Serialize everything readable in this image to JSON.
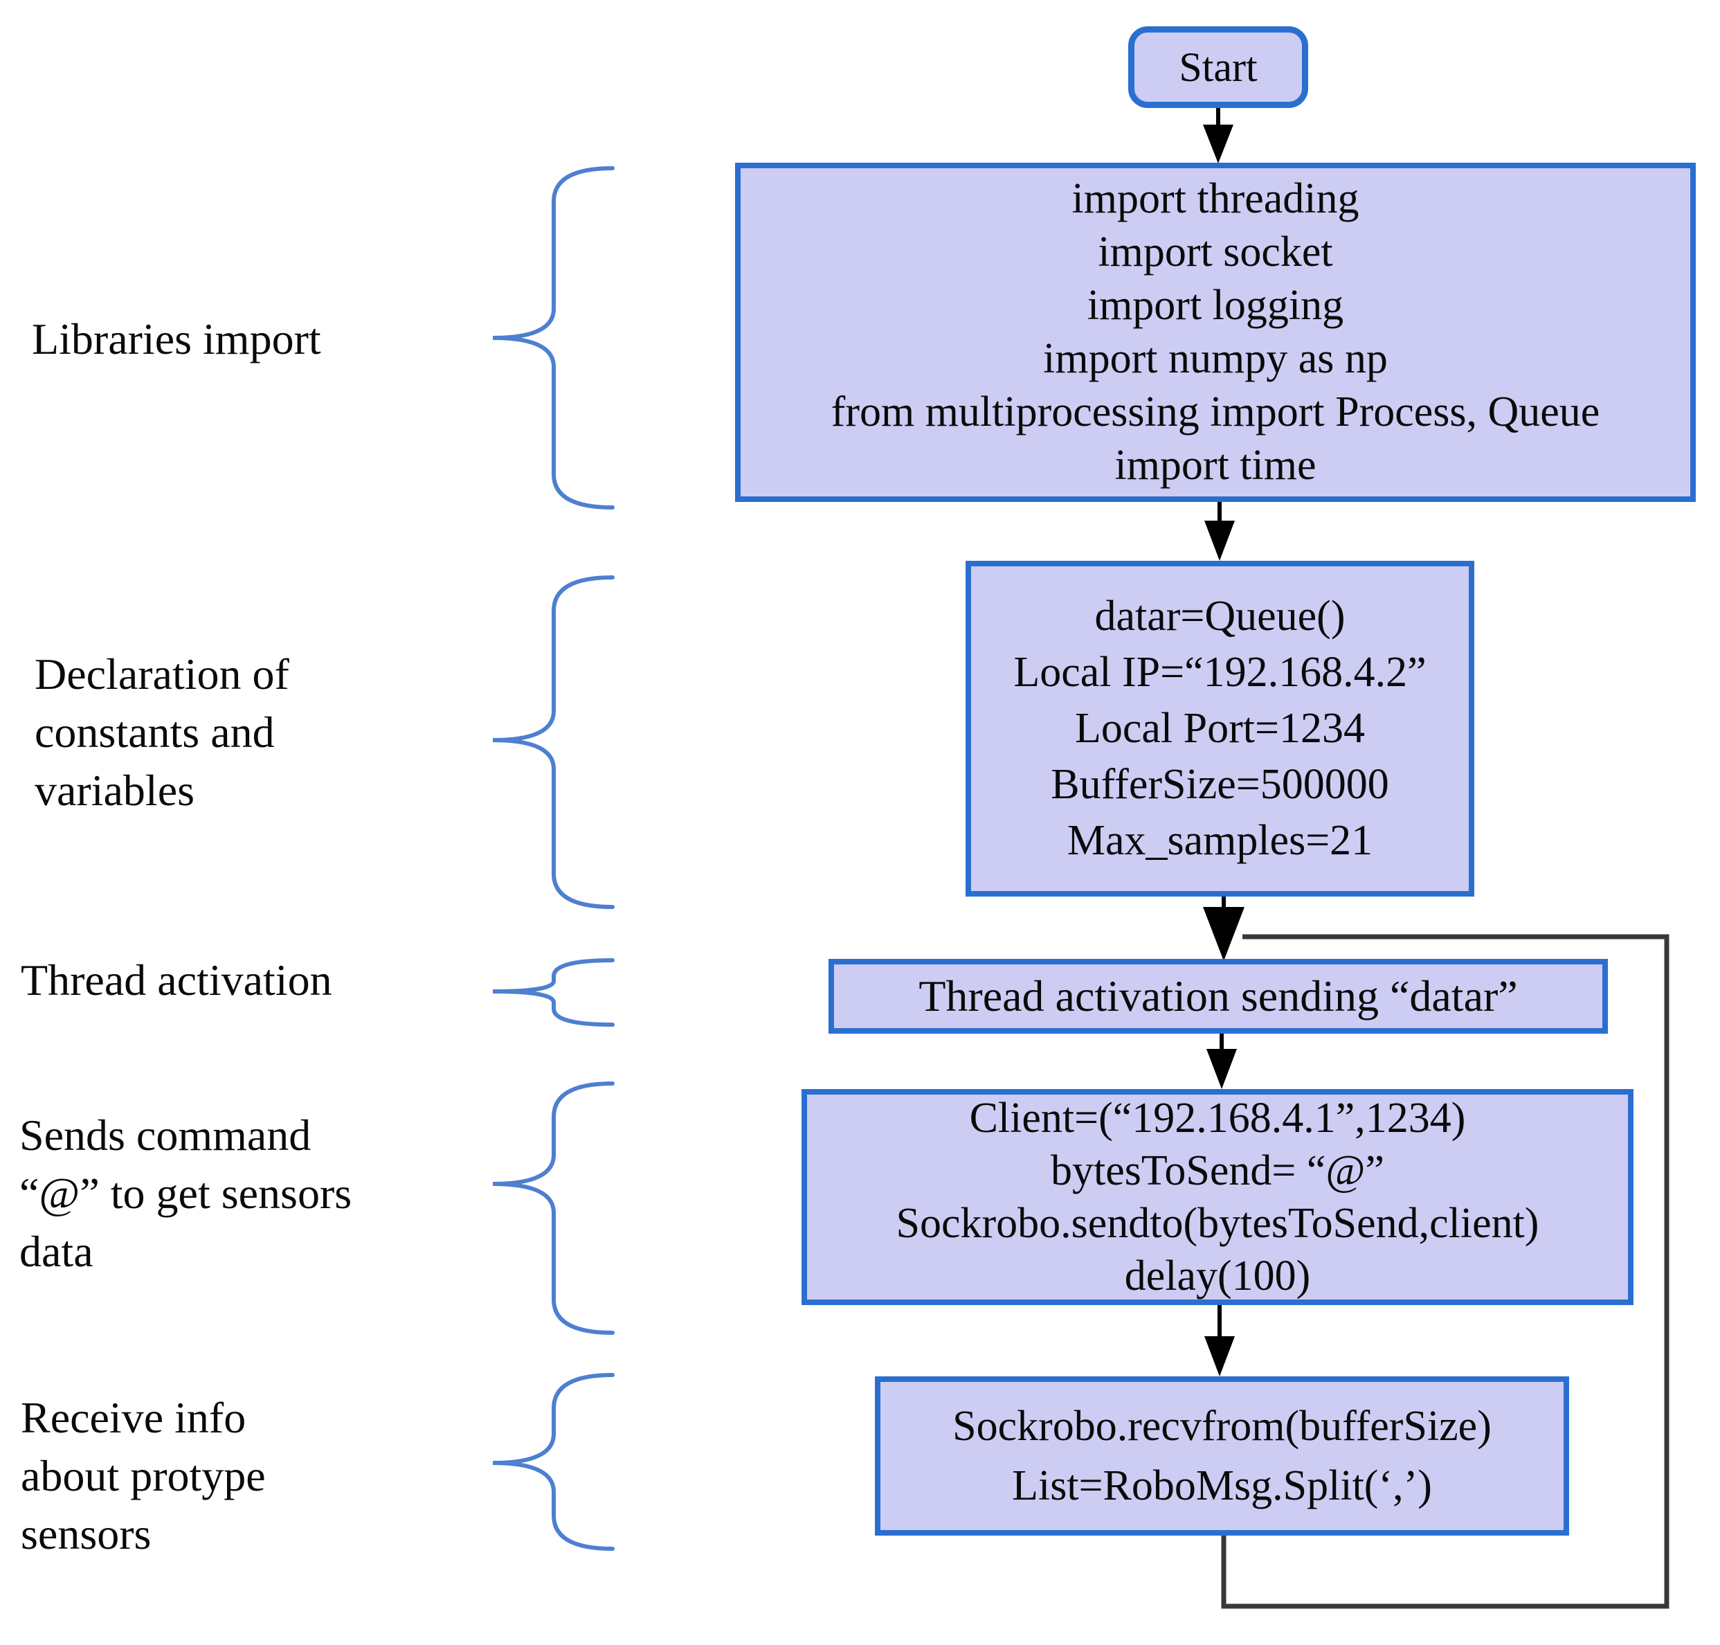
{
  "flowchart": {
    "start_label": "Start",
    "boxes": [
      {
        "id": "libraries-import",
        "lines": [
          "import threading",
          "import socket",
          "import logging",
          "import numpy as np",
          "from multiprocessing import Process, Queue",
          "import time"
        ]
      },
      {
        "id": "declarations",
        "lines": [
          "datar=Queue()",
          "Local IP=“192.168.4.2”",
          "Local Port=1234",
          "BufferSize=500000",
          "Max_samples=21"
        ]
      },
      {
        "id": "thread-activation",
        "lines": [
          "Thread activation sending “datar”"
        ]
      },
      {
        "id": "send-command",
        "lines": [
          "Client=(“192.168.4.1”,1234)",
          "bytesToSend= “@”",
          "Sockrobo.sendto(bytesToSend,client)",
          "delay(100)"
        ]
      },
      {
        "id": "receive-info",
        "lines": [
          "Sockrobo.recvfrom(bufferSize)",
          "List=RoboMsg.Split(‘,’)"
        ]
      }
    ],
    "labels": [
      {
        "id": "libraries-import",
        "lines": [
          "Libraries import"
        ]
      },
      {
        "id": "declarations",
        "lines": [
          "Declaration of",
          "constants and",
          "variables"
        ]
      },
      {
        "id": "thread-activation",
        "lines": [
          "Thread activation"
        ]
      },
      {
        "id": "send-command",
        "lines": [
          "Sends command",
          "“@” to get sensors",
          "data"
        ]
      },
      {
        "id": "receive-info",
        "lines": [
          "Receive info",
          "about protype",
          "sensors"
        ]
      }
    ],
    "colors": {
      "box_fill": "#cdccf3",
      "box_border": "#2a6fd0",
      "brace": "#4e7fd0",
      "arrow": "#000000",
      "loop_line": "#383838"
    }
  }
}
